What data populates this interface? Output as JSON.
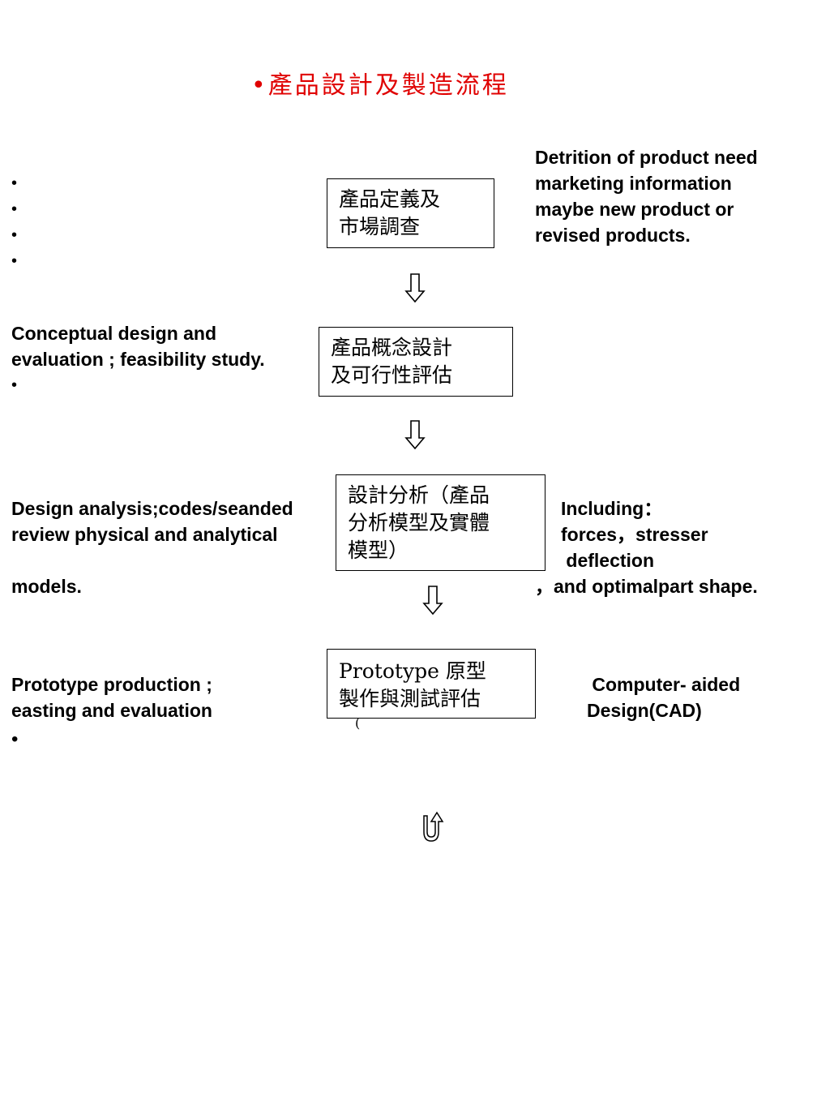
{
  "title": "•產品設計及製造流程",
  "steps": [
    {
      "label": "產品定義及\n市場調查"
    },
    {
      "label": "產品概念設計\n及可行性評估"
    },
    {
      "label": "設計分析（產品\n分析模型及實體\n模型）"
    },
    {
      "label": "Prototype 原型\n製作與測試評估"
    }
  ],
  "notes": {
    "need": "Detrition of product need\nmarketing information\nmaybe new product or\nrevised products.",
    "conceptual": "Conceptual design and\nevaluation ; feasibility study.",
    "analysis": "Design analysis;codes/seanded\nreview physical and analytical\n\nmodels.",
    "including": "Including：\nforces，stresser\n deflection",
    "optimal": "，and optimalpart shape.",
    "prototype": "Prototype production ;\neasting and evaluation",
    "cad": " Computer- aided\nDesign(CAD)"
  },
  "bullet_char": "•",
  "stray_mark": "("
}
